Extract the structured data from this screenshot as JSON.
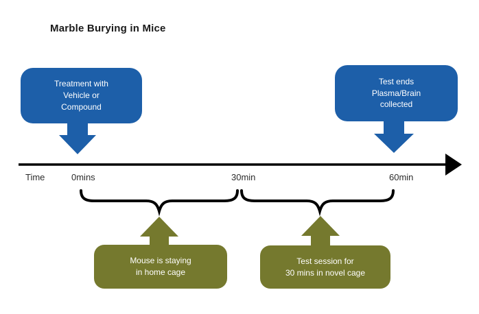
{
  "title": "Marble Burying in Mice",
  "colors": {
    "blue": "#1d5fa9",
    "olive": "#75792e",
    "line": "#000000",
    "label_text": "#2b2b2b",
    "box_text": "#ffffff"
  },
  "timeline": {
    "axis_label": "Time",
    "ticks": [
      "0mins",
      "30min",
      "60min"
    ]
  },
  "events": [
    "Treatment with\nVehicle or\nCompound",
    "Test ends\nPlasma/Brain\ncollected"
  ],
  "phases": [
    "Mouse  is staying\nin home cage",
    "Test session for\n30 mins in novel cage"
  ]
}
